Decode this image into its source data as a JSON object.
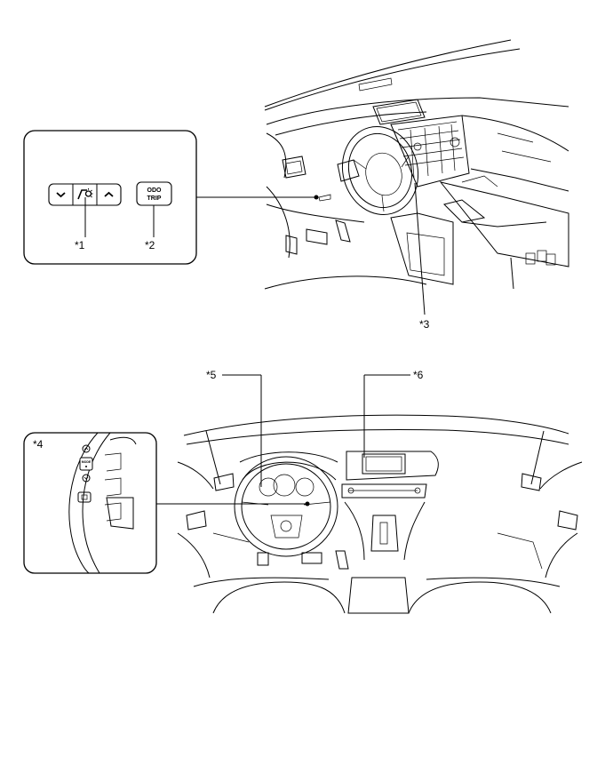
{
  "callouts": {
    "c1": "*1",
    "c2": "*2",
    "c3": "*3",
    "c4": "*4",
    "c5": "*5",
    "c6": "*6"
  },
  "buttons": {
    "odo_line1": "ODO",
    "odo_line2": "TRIP",
    "mode_label": "MODE"
  },
  "icons": {
    "down": "chevron-down-icon",
    "dimmer": "illumination-icon",
    "up": "chevron-up-icon"
  }
}
